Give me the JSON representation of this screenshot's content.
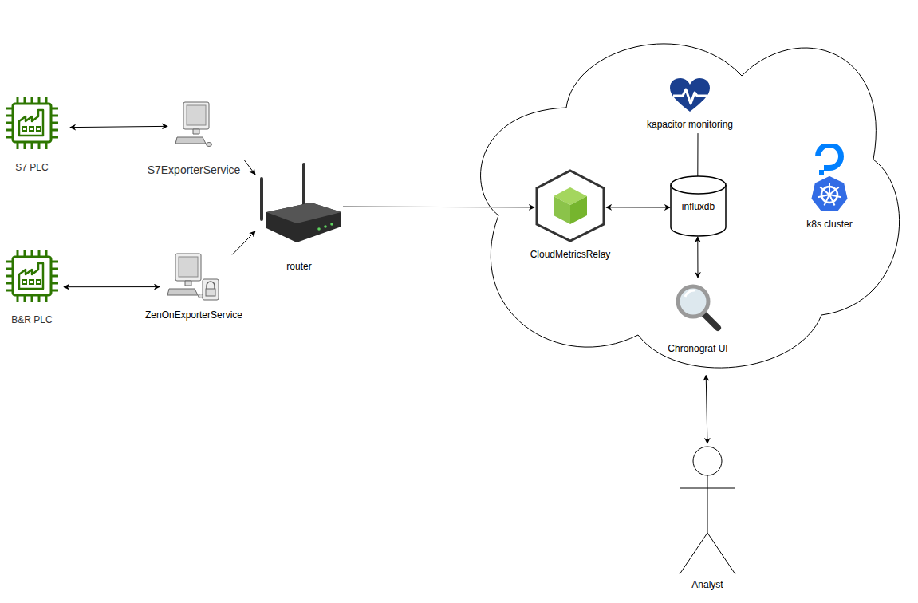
{
  "diagram": {
    "nodes": [
      {
        "text": [
          "S7 PLC"
        ]
      },
      {
        "text": [
          "S7ExporterService"
        ]
      },
      {
        "text": [
          "B&R PLC"
        ]
      },
      {
        "text": [
          "ZenOnExporterService"
        ]
      },
      {
        "text": [
          "router"
        ]
      },
      {
        "text": [
          "kapacitor monitoring"
        ]
      },
      {
        "text": [
          "CloudMetricsRelay"
        ]
      },
      {
        "text": [
          "influxdb"
        ]
      },
      {
        "text": [
          "Chronograf UI"
        ]
      },
      {
        "text": [
          "k8s cluster"
        ]
      },
      {
        "text": [
          "Analyst"
        ]
      }
    ],
    "edges": [
      {
        "from": 0,
        "to": 1,
        "arrow": "both"
      },
      {
        "from": 1,
        "to": 4,
        "arrow": "to"
      },
      {
        "from": 2,
        "to": 3,
        "arrow": "both"
      },
      {
        "from": 3,
        "to": 4,
        "arrow": "to"
      },
      {
        "from": 4,
        "to": 6,
        "arrow": "to"
      },
      {
        "from": 6,
        "to": 7,
        "arrow": "both"
      },
      {
        "from": 5,
        "to": 7,
        "arrow": "to"
      },
      {
        "from": 7,
        "to": 8,
        "arrow": "both"
      },
      {
        "from": 8,
        "to": 10,
        "arrow": "both"
      }
    ]
  }
}
